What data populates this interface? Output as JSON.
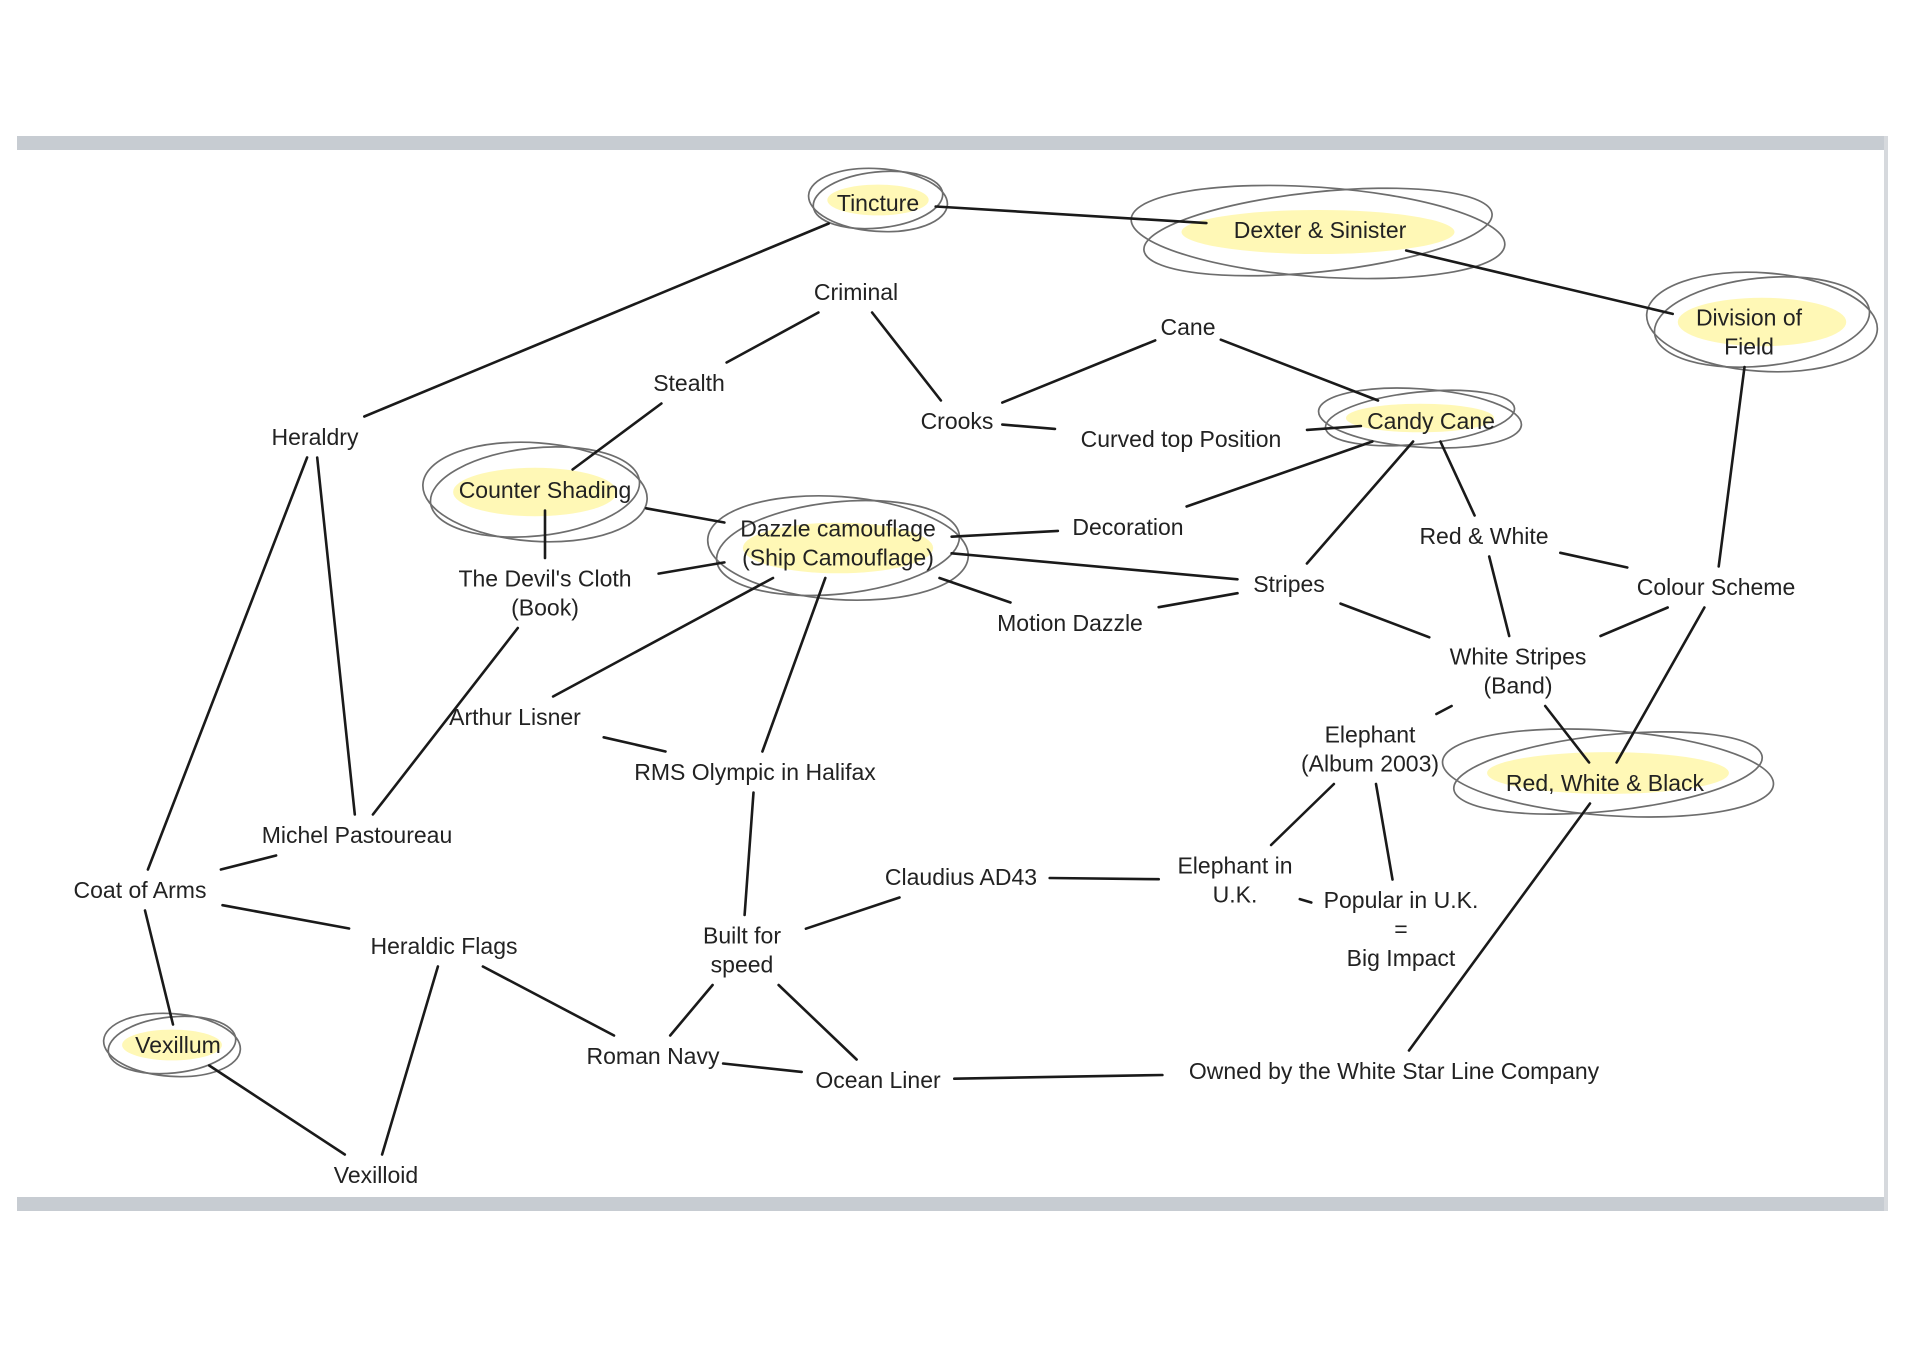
{
  "nodes": [
    {
      "id": "tincture",
      "lines": [
        "Tincture"
      ],
      "highlight": true
    },
    {
      "id": "dexter_sinister",
      "lines": [
        "Dexter & Sinister"
      ],
      "highlight": true
    },
    {
      "id": "division_of_field",
      "lines": [
        "Division of",
        "Field"
      ],
      "highlight": true
    },
    {
      "id": "criminal",
      "lines": [
        "Criminal"
      ],
      "highlight": false
    },
    {
      "id": "cane",
      "lines": [
        "Cane"
      ],
      "highlight": false
    },
    {
      "id": "stealth",
      "lines": [
        "Stealth"
      ],
      "highlight": false
    },
    {
      "id": "heraldry",
      "lines": [
        "Heraldry"
      ],
      "highlight": false
    },
    {
      "id": "crooks",
      "lines": [
        "Crooks"
      ],
      "highlight": false
    },
    {
      "id": "curved_top_position",
      "lines": [
        "Curved top Position"
      ],
      "highlight": false
    },
    {
      "id": "candy_cane",
      "lines": [
        "Candy Cane"
      ],
      "highlight": true
    },
    {
      "id": "counter_shading",
      "lines": [
        "Counter Shading"
      ],
      "highlight": true
    },
    {
      "id": "dazzle_camouflage",
      "lines": [
        "Dazzle camouflage",
        "(Ship Camouflage)"
      ],
      "highlight": true
    },
    {
      "id": "decoration",
      "lines": [
        "Decoration"
      ],
      "highlight": false
    },
    {
      "id": "red_white",
      "lines": [
        "Red & White"
      ],
      "highlight": false
    },
    {
      "id": "devils_cloth",
      "lines": [
        "The Devil's Cloth",
        "(Book)"
      ],
      "highlight": false
    },
    {
      "id": "stripes",
      "lines": [
        "Stripes"
      ],
      "highlight": false
    },
    {
      "id": "colour_scheme",
      "lines": [
        "Colour Scheme"
      ],
      "highlight": false
    },
    {
      "id": "motion_dazzle",
      "lines": [
        "Motion Dazzle"
      ],
      "highlight": false
    },
    {
      "id": "white_stripes",
      "lines": [
        "White Stripes",
        "(Band)"
      ],
      "highlight": false
    },
    {
      "id": "arthur_lisner",
      "lines": [
        "Arthur Lisner"
      ],
      "highlight": false
    },
    {
      "id": "elephant_album",
      "lines": [
        "Elephant",
        "(Album 2003)"
      ],
      "highlight": false
    },
    {
      "id": "rms_olympic",
      "lines": [
        "RMS Olympic in Halifax"
      ],
      "highlight": false
    },
    {
      "id": "red_white_black",
      "lines": [
        "Red, White & Black"
      ],
      "highlight": true
    },
    {
      "id": "michel_pastoureau",
      "lines": [
        "Michel Pastoureau"
      ],
      "highlight": false
    },
    {
      "id": "elephant_uk",
      "lines": [
        "Elephant in",
        "U.K."
      ],
      "highlight": false
    },
    {
      "id": "coat_of_arms",
      "lines": [
        "Coat of Arms"
      ],
      "highlight": false
    },
    {
      "id": "claudius",
      "lines": [
        "Claudius AD43"
      ],
      "highlight": false
    },
    {
      "id": "popular_uk",
      "lines": [
        "Popular in U.K.",
        "=",
        "Big Impact"
      ],
      "highlight": false
    },
    {
      "id": "built_for_speed",
      "lines": [
        "Built for",
        "speed"
      ],
      "highlight": false
    },
    {
      "id": "heraldic_flags",
      "lines": [
        "Heraldic Flags"
      ],
      "highlight": false
    },
    {
      "id": "vexillum",
      "lines": [
        "Vexillum"
      ],
      "highlight": true
    },
    {
      "id": "roman_navy",
      "lines": [
        "Roman Navy"
      ],
      "highlight": false
    },
    {
      "id": "ocean_liner",
      "lines": [
        "Ocean Liner"
      ],
      "highlight": false
    },
    {
      "id": "white_star_line",
      "lines": [
        "Owned by the White Star Line Company"
      ],
      "highlight": false
    },
    {
      "id": "vexilloid",
      "lines": [
        "Vexilloid"
      ],
      "highlight": false
    }
  ],
  "edges": [
    [
      "tincture",
      "dexter_sinister"
    ],
    [
      "dexter_sinister",
      "division_of_field"
    ],
    [
      "tincture",
      "heraldry"
    ],
    [
      "criminal",
      "stealth"
    ],
    [
      "criminal",
      "crooks"
    ],
    [
      "cane",
      "crooks"
    ],
    [
      "cane",
      "candy_cane"
    ],
    [
      "crooks",
      "curved_top_position"
    ],
    [
      "curved_top_position",
      "candy_cane"
    ],
    [
      "stealth",
      "counter_shading"
    ],
    [
      "counter_shading",
      "dazzle_camouflage"
    ],
    [
      "counter_shading",
      "devils_cloth"
    ],
    [
      "devils_cloth",
      "dazzle_camouflage"
    ],
    [
      "dazzle_camouflage",
      "decoration"
    ],
    [
      "decoration",
      "candy_cane"
    ],
    [
      "dazzle_camouflage",
      "stripes"
    ],
    [
      "dazzle_camouflage",
      "motion_dazzle"
    ],
    [
      "motion_dazzle",
      "stripes"
    ],
    [
      "candy_cane",
      "stripes"
    ],
    [
      "candy_cane",
      "red_white"
    ],
    [
      "red_white",
      "colour_scheme"
    ],
    [
      "red_white",
      "white_stripes"
    ],
    [
      "division_of_field",
      "colour_scheme"
    ],
    [
      "colour_scheme",
      "white_stripes"
    ],
    [
      "colour_scheme",
      "red_white_black"
    ],
    [
      "stripes",
      "white_stripes"
    ],
    [
      "white_stripes",
      "red_white_black"
    ],
    [
      "white_stripes",
      "elephant_album"
    ],
    [
      "elephant_album",
      "elephant_uk"
    ],
    [
      "elephant_album",
      "popular_uk"
    ],
    [
      "elephant_uk",
      "popular_uk"
    ],
    [
      "claudius",
      "elephant_uk"
    ],
    [
      "built_for_speed",
      "claudius"
    ],
    [
      "dazzle_camouflage",
      "arthur_lisner"
    ],
    [
      "dazzle_camouflage",
      "rms_olympic"
    ],
    [
      "arthur_lisner",
      "rms_olympic"
    ],
    [
      "rms_olympic",
      "built_for_speed"
    ],
    [
      "built_for_speed",
      "roman_navy"
    ],
    [
      "built_for_speed",
      "ocean_liner"
    ],
    [
      "roman_navy",
      "ocean_liner"
    ],
    [
      "ocean_liner",
      "white_star_line"
    ],
    [
      "red_white_black",
      "white_star_line"
    ],
    [
      "heraldry",
      "michel_pastoureau"
    ],
    [
      "heraldry",
      "coat_of_arms"
    ],
    [
      "devils_cloth",
      "michel_pastoureau"
    ],
    [
      "michel_pastoureau",
      "coat_of_arms"
    ],
    [
      "coat_of_arms",
      "heraldic_flags"
    ],
    [
      "coat_of_arms",
      "vexillum"
    ],
    [
      "heraldic_flags",
      "roman_navy"
    ],
    [
      "heraldic_flags",
      "vexilloid"
    ],
    [
      "vexillum",
      "vexilloid"
    ]
  ]
}
